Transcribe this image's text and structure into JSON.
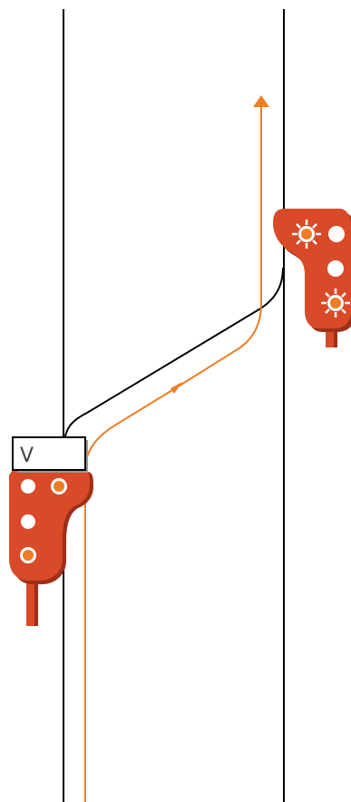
{
  "colors": {
    "track": "#000000",
    "route": "#ee7d24",
    "signal_body": "#d84a28",
    "signal_shadow": "#9e2f18",
    "lamp_off": "#ffffff",
    "lamp_lit": "#ee7d24"
  },
  "route_sign": {
    "text": "V"
  },
  "signals": {
    "left": {
      "lamps": [
        {
          "name": "top-left-lamp",
          "state": "dark"
        },
        {
          "name": "top-right-lamp",
          "state": "lit"
        },
        {
          "name": "middle-lamp",
          "state": "dark"
        },
        {
          "name": "bottom-lamp",
          "state": "lit"
        }
      ]
    },
    "right": {
      "lamps": [
        {
          "name": "top-left-lamp",
          "state": "flashing"
        },
        {
          "name": "top-right-lamp",
          "state": "dark"
        },
        {
          "name": "middle-lamp",
          "state": "dark"
        },
        {
          "name": "bottom-lamp",
          "state": "flashing"
        }
      ]
    }
  }
}
